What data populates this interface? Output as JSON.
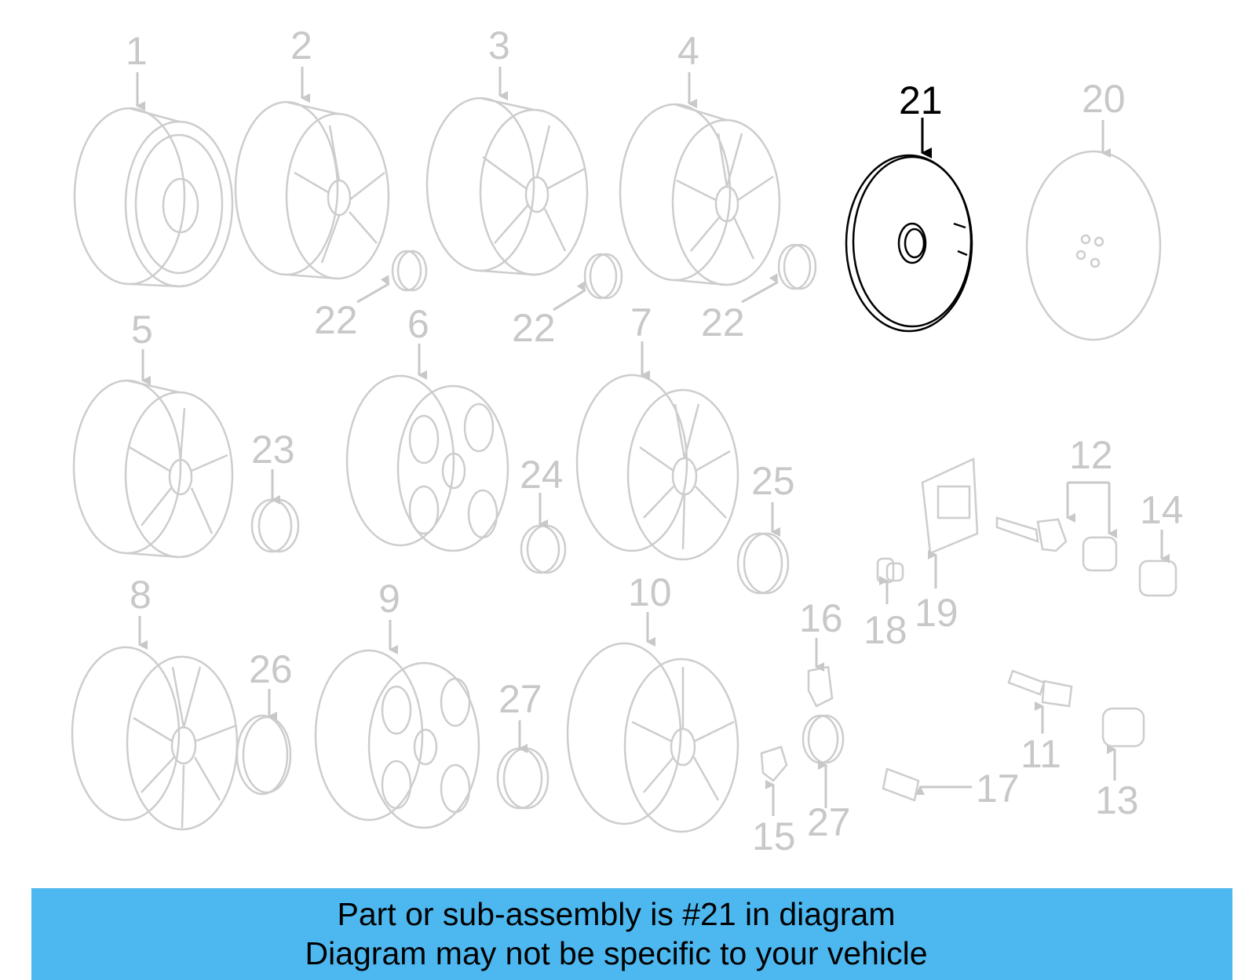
{
  "diagram": {
    "highlight_color": "#000000",
    "ghost_color": "#c8c8c8",
    "callouts": [
      {
        "id": "1",
        "text": "1"
      },
      {
        "id": "2",
        "text": "2"
      },
      {
        "id": "3",
        "text": "3"
      },
      {
        "id": "4",
        "text": "4"
      },
      {
        "id": "5",
        "text": "5"
      },
      {
        "id": "6",
        "text": "6"
      },
      {
        "id": "7",
        "text": "7"
      },
      {
        "id": "8",
        "text": "8"
      },
      {
        "id": "9",
        "text": "9"
      },
      {
        "id": "10",
        "text": "10"
      },
      {
        "id": "11",
        "text": "11"
      },
      {
        "id": "12",
        "text": "12"
      },
      {
        "id": "13",
        "text": "13"
      },
      {
        "id": "14",
        "text": "14"
      },
      {
        "id": "15",
        "text": "15"
      },
      {
        "id": "16",
        "text": "16"
      },
      {
        "id": "17",
        "text": "17"
      },
      {
        "id": "18",
        "text": "18"
      },
      {
        "id": "19",
        "text": "19"
      },
      {
        "id": "20",
        "text": "20"
      },
      {
        "id": "21",
        "text": "21",
        "highlighted": true
      },
      {
        "id": "22a",
        "text": "22"
      },
      {
        "id": "22b",
        "text": "22"
      },
      {
        "id": "22c",
        "text": "22"
      },
      {
        "id": "23",
        "text": "23"
      },
      {
        "id": "24",
        "text": "24"
      },
      {
        "id": "25",
        "text": "25"
      },
      {
        "id": "26",
        "text": "26"
      },
      {
        "id": "27a",
        "text": "27"
      },
      {
        "id": "27b",
        "text": "27"
      }
    ]
  },
  "banner": {
    "background": "#4db8f0",
    "line1": "Part or sub-assembly is #21 in diagram",
    "line2": "Diagram may not be specific to your vehicle"
  }
}
